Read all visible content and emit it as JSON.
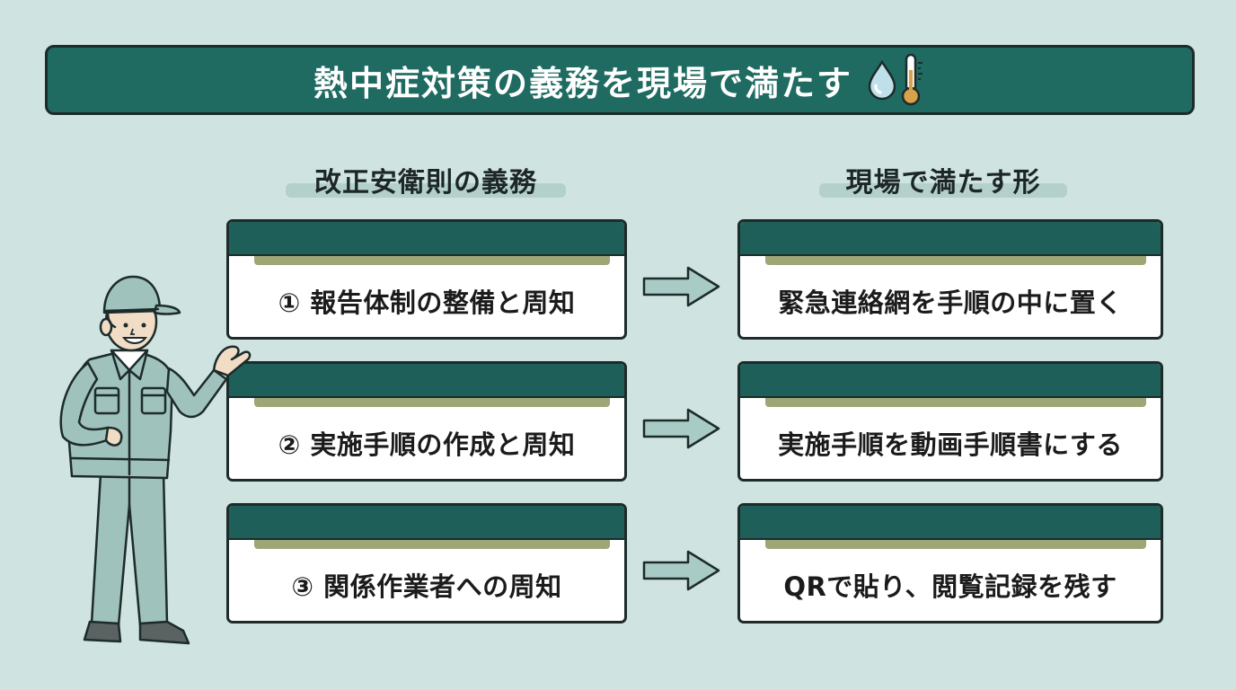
{
  "title": {
    "text": "熱中症対策の義務を現場で満たす",
    "icons": [
      "water-drop-icon",
      "thermometer-icon"
    ]
  },
  "columns": {
    "left_header": "改正安衛則の義務",
    "right_header": "現場で満たす形"
  },
  "rows": [
    {
      "obligation": "① 報告体制の整備と周知",
      "practice": "緊急連絡網を手順の中に置く"
    },
    {
      "obligation": "② 実施手順の作成と周知",
      "practice": "実施手順を動画手順書にする"
    },
    {
      "obligation": "③ 関係作業者への周知",
      "practice": "QRで貼り、閲覧記録を残す"
    }
  ],
  "colors": {
    "background": "#cfe4e0",
    "banner": "#1f6b62",
    "card_bar": "#1f5f5a",
    "card_stripe": "#9ea676",
    "arrow_fill": "#a9cbc6",
    "worker_suit": "#9fc2bd"
  }
}
